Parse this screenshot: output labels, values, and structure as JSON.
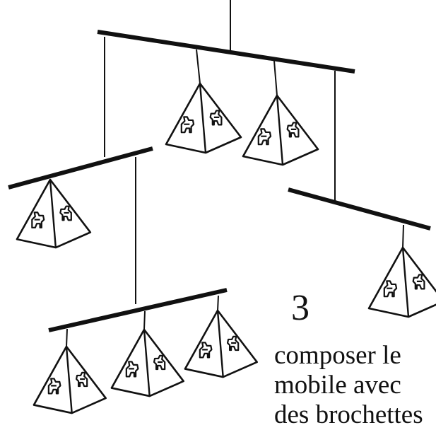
{
  "illustration": {
    "ink_color": "#111111",
    "paper_color": "#ffffff",
    "ornament_icon": "dog-icon"
  },
  "step": {
    "number": "3",
    "caption_lines": [
      "composer le",
      "mobile avec",
      "des brochettes"
    ]
  }
}
